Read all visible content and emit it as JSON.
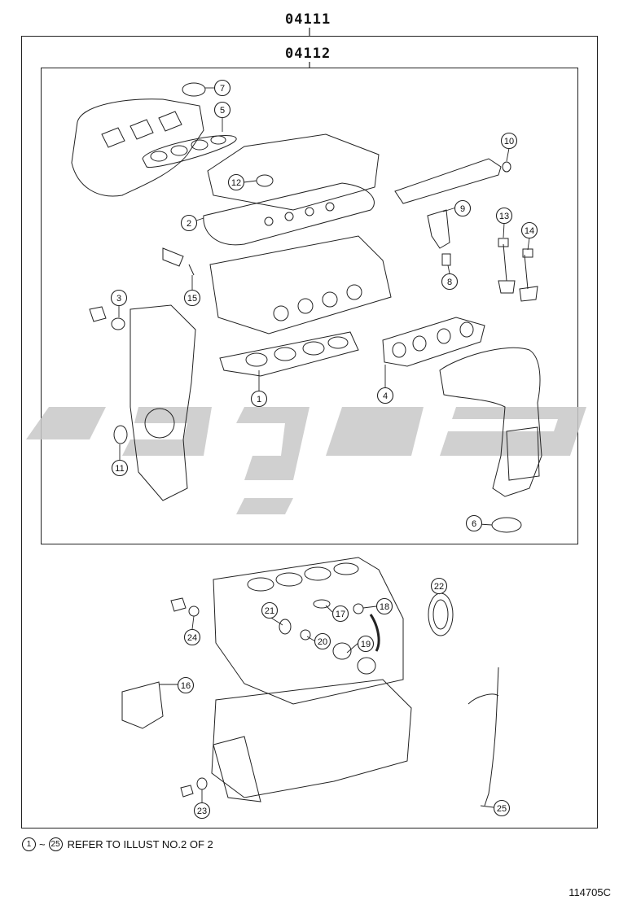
{
  "header": {
    "kit_part_number": "04111",
    "subkit_part_number": "04112"
  },
  "callouts": [
    "1",
    "2",
    "3",
    "4",
    "5",
    "6",
    "7",
    "8",
    "9",
    "10",
    "11",
    "12",
    "13",
    "14",
    "15",
    "16",
    "17",
    "18",
    "19",
    "20",
    "21",
    "22",
    "23",
    "24",
    "25"
  ],
  "footer": {
    "range_start": "1",
    "range_end": "25",
    "range_separator": "~",
    "note": "REFER TO ILLUST NO.2 OF 2"
  },
  "figure_id": "114705C",
  "colors": {
    "line": "#222222",
    "watermark": "#c8c8c8"
  }
}
